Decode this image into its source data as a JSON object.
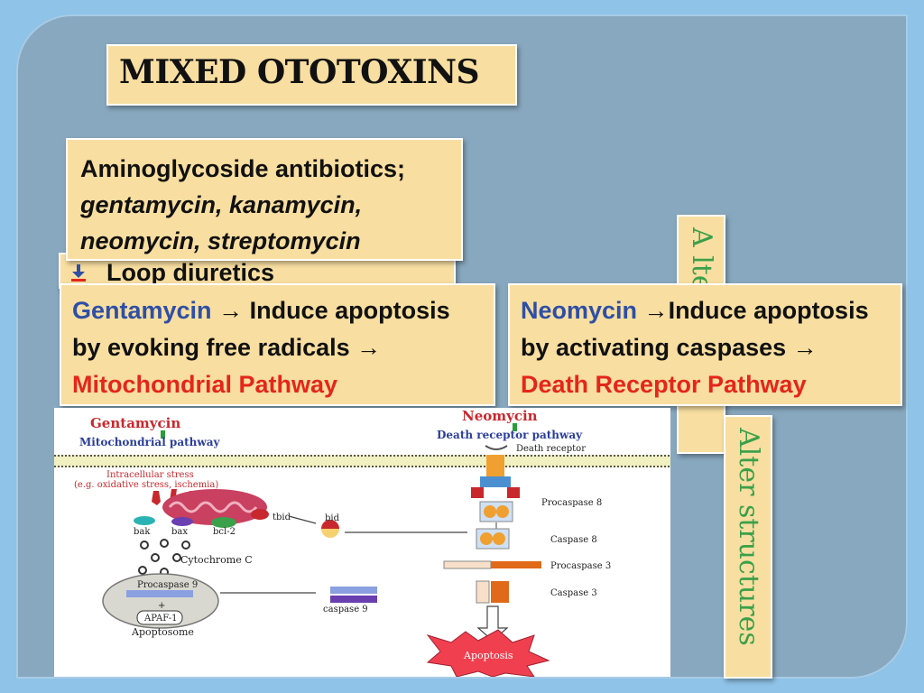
{
  "slide": {
    "title": "MIXED OTOTOXINS",
    "list": {
      "line1": "Aminoglycoside antibiotics;",
      "line2": "gentamycin, kanamycin,",
      "line3": "neomycin, streptomycin",
      "line4": "Loop diuretics"
    },
    "left_box": {
      "drug": "Gentamycin",
      "arrow1": " → ",
      "text1": "Induce apoptosis",
      "text2": "by evoking free radicals",
      "arrow2": " → ",
      "pathway": "Mitochondrial Pathway"
    },
    "right_box": {
      "drug": "Neomycin",
      "arrow1": " →",
      "text1": "Induce apoptosis",
      "text2": "by  activating caspases",
      "arrow2": " →",
      "pathway": "Death Receptor Pathway"
    },
    "side_label_1": "A lte       n",
    "side_label_2": "Alter structures"
  },
  "figure": {
    "left_title": "Gentamycin",
    "left_subtitle": "Mitochondrial pathway",
    "stress": "Intracellular stress",
    "stress_eg": "(e.g. oxidative stress, ischemia)",
    "tbid": "tbid",
    "bid": "bid",
    "bak": "bak",
    "bax": "bax",
    "bcl2": "bcl-2",
    "cytc": "Cytochrome C",
    "procasp9": "Procaspase 9",
    "plus": "+",
    "apaf": "APAF-1",
    "apoptosome": "Apoptosome",
    "casp9": "caspase 9",
    "right_title": "Neomycin",
    "right_subtitle": "Death receptor pathway",
    "death_receptor": "Death receptor",
    "procasp8": "Procaspase 8",
    "casp8": "Caspase 8",
    "procasp3": "Procaspase 3",
    "casp3": "Caspase 3",
    "apoptosis": "Apoptosis",
    "colors": {
      "red_title": "#c8282d",
      "blue_text": "#2b3f9a",
      "membrane": "#e8e8a0"
    }
  }
}
